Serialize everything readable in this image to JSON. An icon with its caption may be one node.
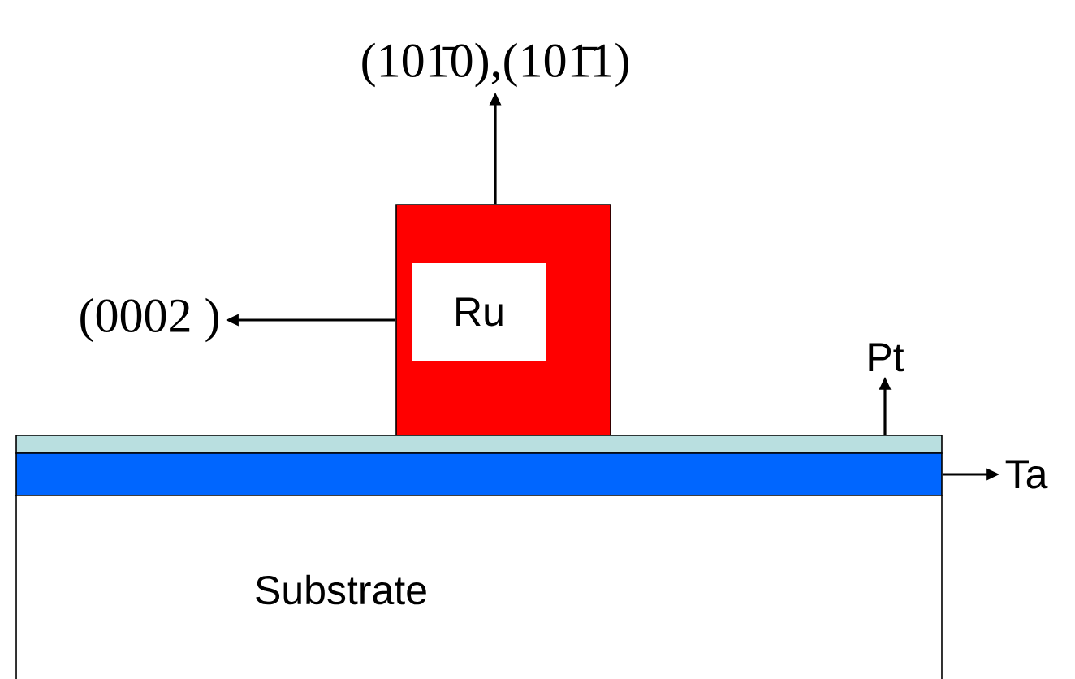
{
  "diagram": {
    "nodes": [
      {
        "text": [
          "(101̄0),(101̄1)"
        ]
      },
      {
        "text": [
          "(0002 )"
        ]
      },
      {
        "text": [
          "Ru"
        ]
      },
      {
        "text": [
          "Pt"
        ]
      },
      {
        "text": [],
        "shape": "bar"
      },
      {
        "text": [
          "Ta"
        ]
      },
      {
        "text": [],
        "shape": "bar"
      },
      {
        "text": [
          "Substrate"
        ]
      }
    ],
    "edges": [
      {
        "from": 2,
        "to": 0,
        "arrow": "to"
      },
      {
        "from": 2,
        "to": 1,
        "arrow": "to"
      },
      {
        "from": 4,
        "to": 3,
        "arrow": "to"
      },
      {
        "from": 6,
        "to": 5,
        "arrow": "to"
      }
    ]
  }
}
